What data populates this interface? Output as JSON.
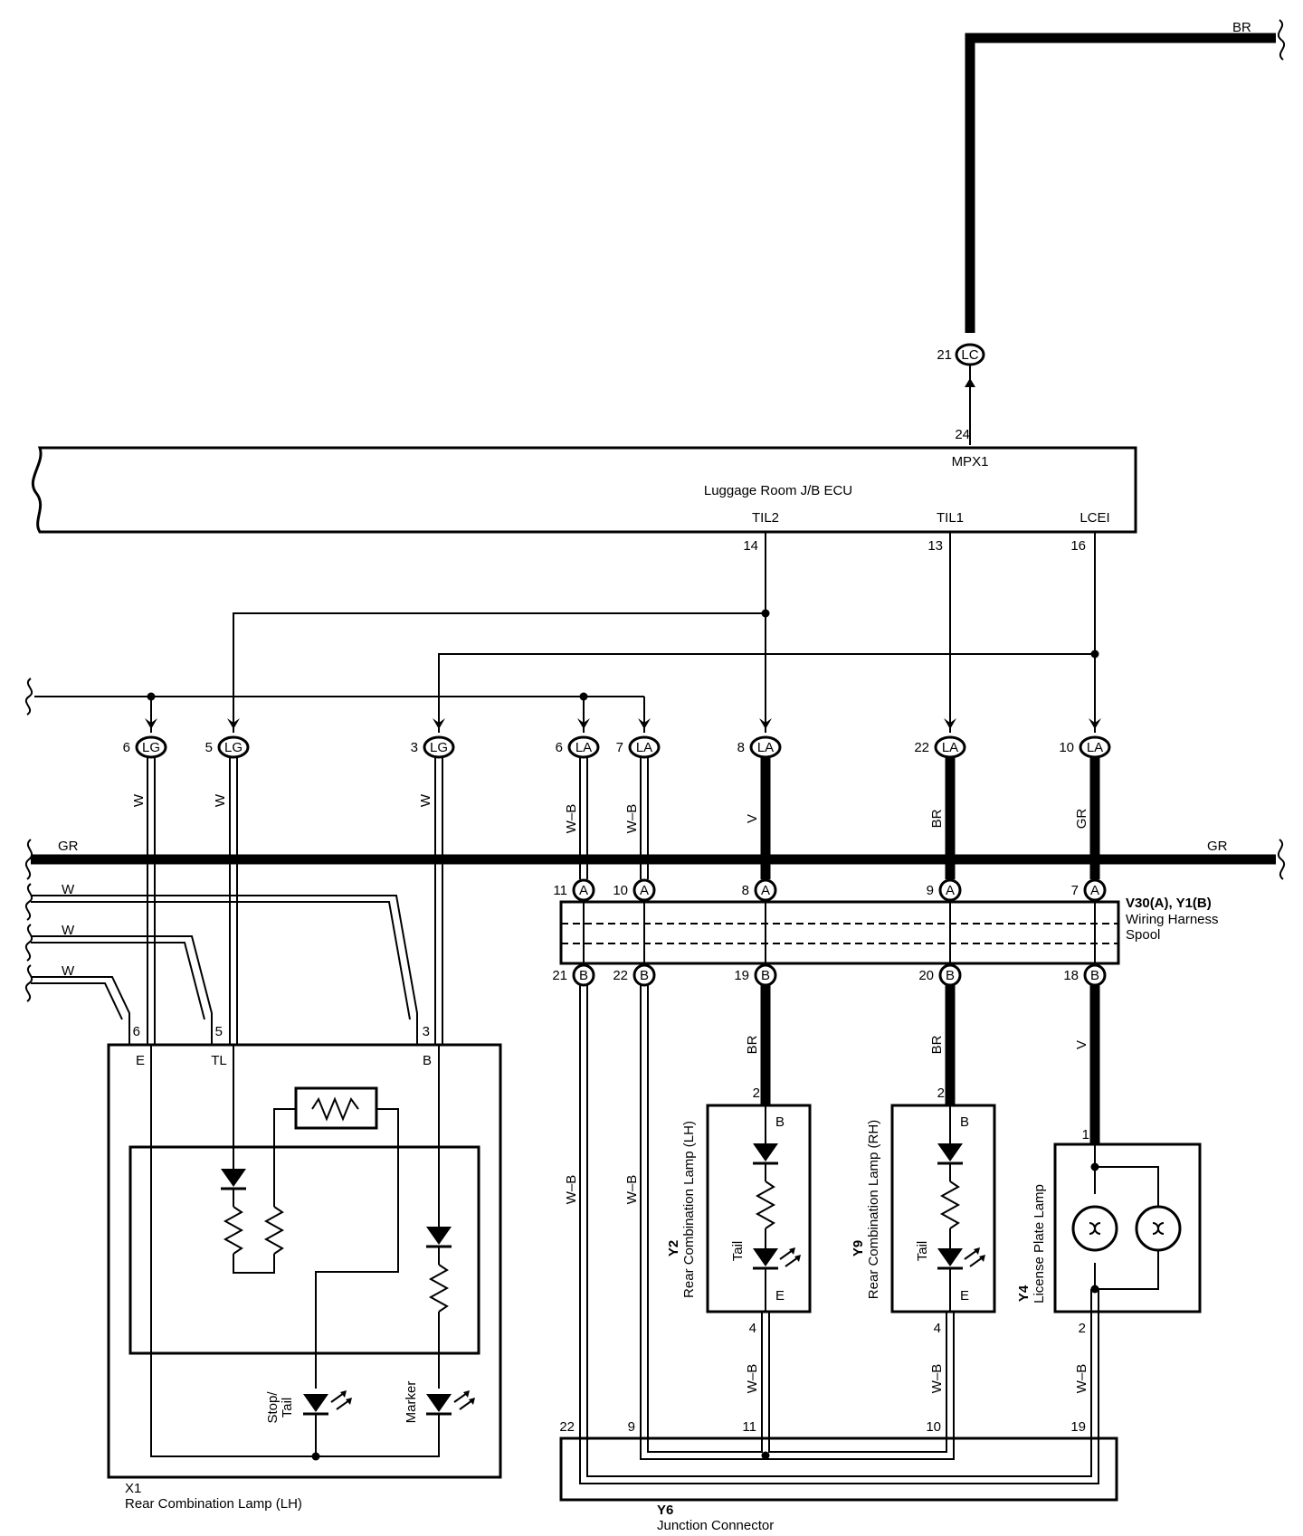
{
  "ecu": {
    "name": "Luggage Room J/B ECU",
    "pins": [
      {
        "pin": "24",
        "signal": "MPX1"
      },
      {
        "pin": "14",
        "signal": "TIL2"
      },
      {
        "pin": "13",
        "signal": "TIL1"
      },
      {
        "pin": "16",
        "signal": "LCEI"
      }
    ]
  },
  "top_connector": {
    "pin": "21",
    "code": "LC",
    "wire": "BR"
  },
  "lg_connectors": [
    {
      "pin": "6",
      "code": "LG",
      "wire": "W"
    },
    {
      "pin": "5",
      "code": "LG",
      "wire": "W"
    },
    {
      "pin": "3",
      "code": "LG",
      "wire": "W"
    }
  ],
  "la_connectors": [
    {
      "pin": "6",
      "code": "LA",
      "wire": "W–B"
    },
    {
      "pin": "7",
      "code": "LA",
      "wire": "W–B"
    },
    {
      "pin": "8",
      "code": "LA",
      "wire": "V"
    },
    {
      "pin": "22",
      "code": "LA",
      "wire": "BR"
    },
    {
      "pin": "10",
      "code": "LA",
      "wire": "GR"
    }
  ],
  "bus": {
    "left_label": "GR",
    "right_label": "GR"
  },
  "side_wires": [
    "W",
    "W",
    "W"
  ],
  "spool": {
    "title_id": "V30(A), Y1(B)",
    "title_name": "Wiring Harness Spool",
    "a_pins": [
      {
        "pin": "11",
        "code": "A"
      },
      {
        "pin": "10",
        "code": "A"
      },
      {
        "pin": "8",
        "code": "A"
      },
      {
        "pin": "9",
        "code": "A"
      },
      {
        "pin": "7",
        "code": "A"
      }
    ],
    "b_pins": [
      {
        "pin": "21",
        "code": "B",
        "wire": "W–B"
      },
      {
        "pin": "22",
        "code": "B",
        "wire": "W–B"
      },
      {
        "pin": "19",
        "code": "B",
        "wire": "BR"
      },
      {
        "pin": "20",
        "code": "B",
        "wire": "BR"
      },
      {
        "pin": "18",
        "code": "B",
        "wire": "V"
      }
    ]
  },
  "x1": {
    "id": "X1",
    "name": "Rear Combination Lamp (LH)",
    "pins": [
      "6",
      "5",
      "3"
    ],
    "terminals": [
      "E",
      "TL",
      "B"
    ],
    "lamp_stop_tail": "Stop/ Tail",
    "lamp_stop_tail_line1": "Stop/",
    "lamp_stop_tail_line2": "Tail",
    "lamp_marker": "Marker"
  },
  "y2": {
    "id": "Y2",
    "name": "Rear Combination Lamp (LH)",
    "pin_top": "2",
    "pin_bottom": "4",
    "term_top": "B",
    "term_bottom": "E",
    "lamp": "Tail",
    "wire_out": "W–B"
  },
  "y9": {
    "id": "Y9",
    "name": "Rear Combination Lamp (RH)",
    "pin_top": "2",
    "pin_bottom": "4",
    "term_top": "B",
    "term_bottom": "E",
    "lamp": "Tail",
    "wire_out": "W–B"
  },
  "y4": {
    "id": "Y4",
    "name": "License Plate Lamp",
    "pin_top": "1",
    "pin_bottom": "2",
    "wire_out": "W–B"
  },
  "y6": {
    "id": "Y6",
    "name": "Junction Connector",
    "pins": [
      "22",
      "9",
      "11",
      "10",
      "19"
    ]
  }
}
